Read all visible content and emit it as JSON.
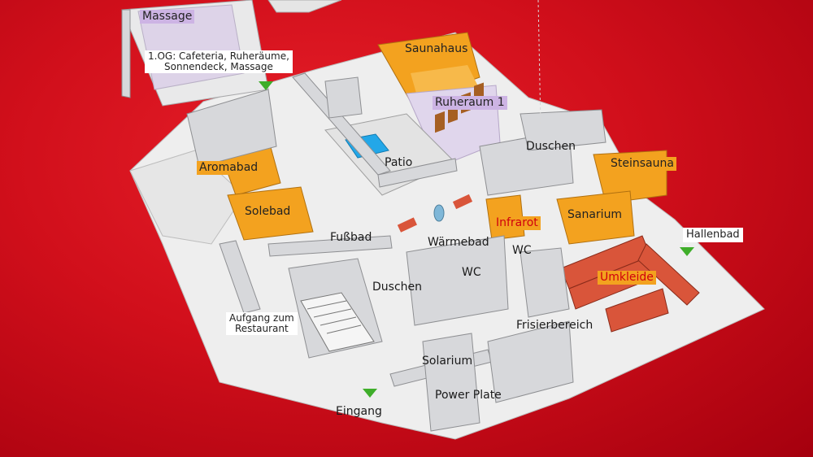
{
  "labels": {
    "massage": "Massage",
    "og_line1": "1.OG: Cafeteria, Ruheräume,",
    "og_line2": "Sonnendeck, Massage",
    "saunahaus": "Saunahaus",
    "ruheraum": "Ruheraum 1",
    "patio": "Patio",
    "duschen_top": "Duschen",
    "aromabad": "Aromabad",
    "steinsauna": "Steinsauna",
    "solebad": "Solebad",
    "infrarot": "Infrarot",
    "sanarium": "Sanarium",
    "hallenbad": "Hallenbad",
    "fussbad": "Fußbad",
    "waermebad": "Wärmebad",
    "wc1": "WC",
    "wc2": "WC",
    "umkleide": "Umkleide",
    "duschen_mid": "Duschen",
    "aufgang_line1": "Aufgang zum",
    "aufgang_line2": "Restaurant",
    "frisierbereich": "Frisierbereich",
    "solarium": "Solarium",
    "power_plate": "Power Plate",
    "eingang": "Eingang"
  },
  "colors": {
    "background": "#d10f1b",
    "wall": "#dcdde0",
    "floor": "#ececec",
    "sauna": "#f3a21f",
    "rest": "#cdb4e4",
    "locker": "#d9553a",
    "pool": "#23a7e8",
    "marker": "#3fae2a"
  },
  "markers": [
    "og-entrance-marker",
    "hallenbad-marker",
    "eingang-marker"
  ]
}
